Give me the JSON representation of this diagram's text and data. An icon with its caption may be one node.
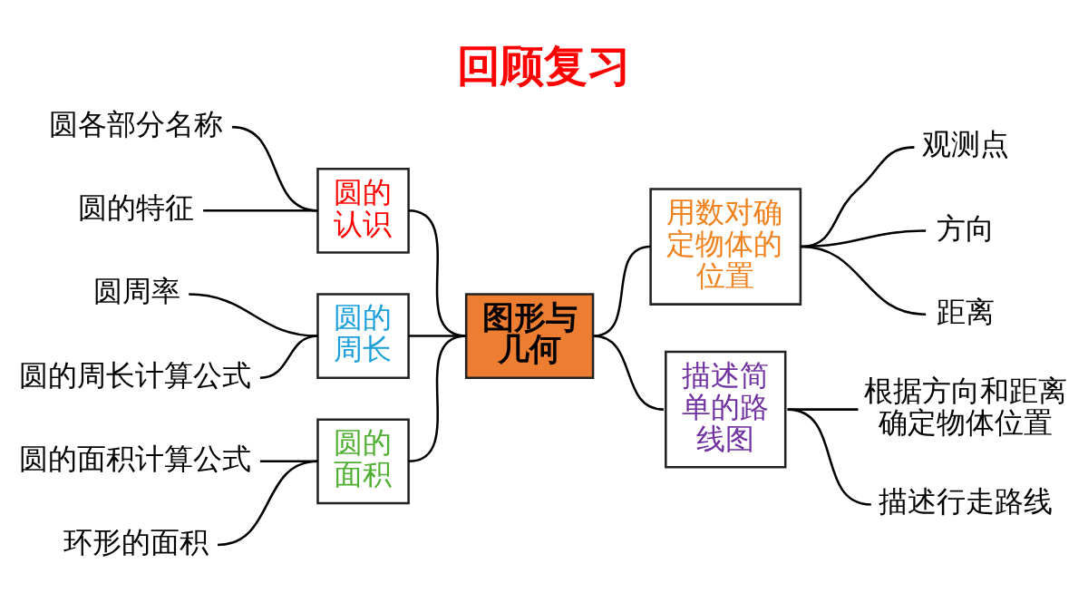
{
  "diagram": {
    "title": "回顾复习",
    "nodes": [
      {
        "text": [
          "图形与几何"
        ]
      },
      {
        "text": [
          "圆的认识"
        ]
      },
      {
        "text": [
          "圆各部分名称"
        ]
      },
      {
        "text": [
          "圆的特征"
        ]
      },
      {
        "text": [
          "圆的周长"
        ]
      },
      {
        "text": [
          "圆周率"
        ]
      },
      {
        "text": [
          "圆的周长计算公式"
        ]
      },
      {
        "text": [
          "圆的面积"
        ]
      },
      {
        "text": [
          "圆的面积计算公式"
        ]
      },
      {
        "text": [
          "环形的面积"
        ]
      },
      {
        "text": [
          "用数对确定物体的位置"
        ]
      },
      {
        "text": [
          "观测点"
        ]
      },
      {
        "text": [
          "方向"
        ]
      },
      {
        "text": [
          "距离"
        ]
      },
      {
        "text": [
          "描述简单的路线图"
        ]
      },
      {
        "text": [
          "根据方向和距离确定物体位置"
        ]
      },
      {
        "text": [
          "描述行走路线"
        ]
      }
    ],
    "edges": [
      {
        "from": 0,
        "to": 1,
        "arrow": "none"
      },
      {
        "from": 1,
        "to": 2,
        "arrow": "none"
      },
      {
        "from": 1,
        "to": 3,
        "arrow": "none"
      },
      {
        "from": 0,
        "to": 4,
        "arrow": "none"
      },
      {
        "from": 4,
        "to": 5,
        "arrow": "none"
      },
      {
        "from": 4,
        "to": 6,
        "arrow": "none"
      },
      {
        "from": 0,
        "to": 7,
        "arrow": "none"
      },
      {
        "from": 7,
        "to": 8,
        "arrow": "none"
      },
      {
        "from": 7,
        "to": 9,
        "arrow": "none"
      },
      {
        "from": 0,
        "to": 10,
        "arrow": "none"
      },
      {
        "from": 10,
        "to": 11,
        "arrow": "none"
      },
      {
        "from": 10,
        "to": 12,
        "arrow": "none"
      },
      {
        "from": 10,
        "to": 13,
        "arrow": "none"
      },
      {
        "from": 0,
        "to": 14,
        "arrow": "none"
      },
      {
        "from": 14,
        "to": 15,
        "arrow": "none"
      },
      {
        "from": 14,
        "to": 16,
        "arrow": "none"
      }
    ]
  }
}
